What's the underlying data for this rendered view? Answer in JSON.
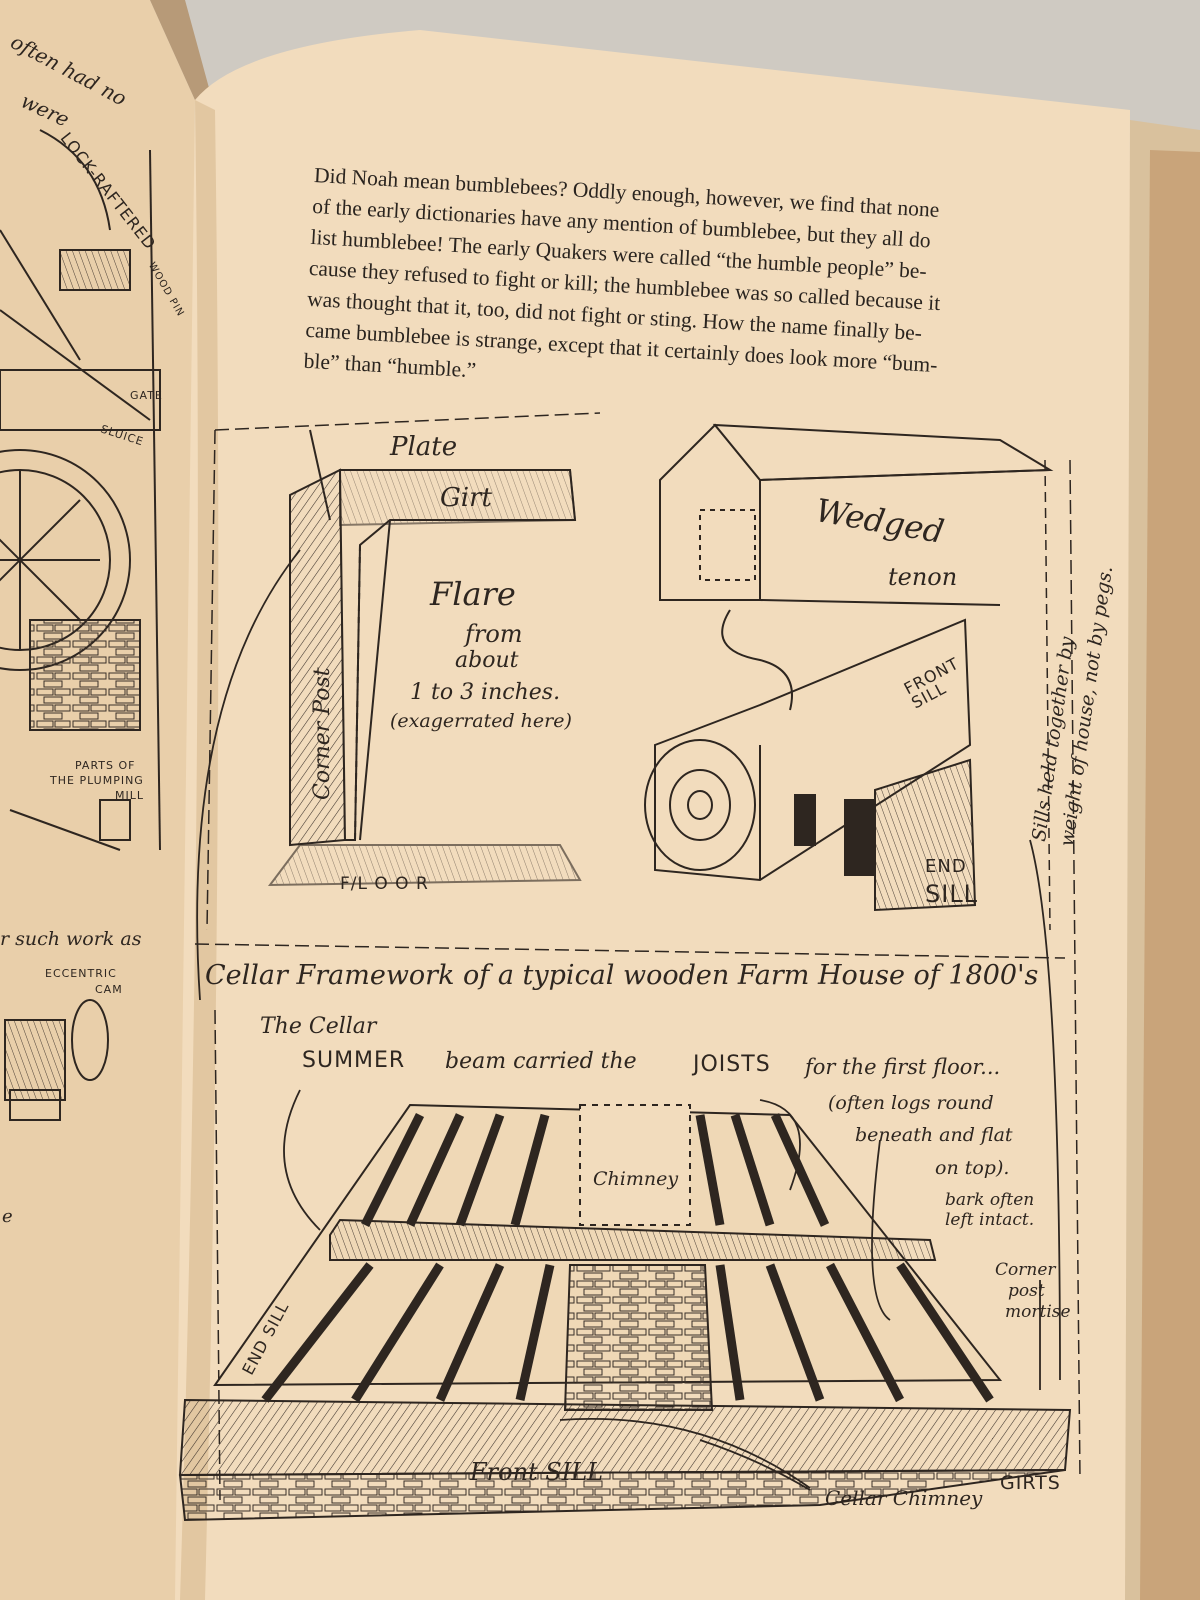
{
  "page_colors": {
    "paper": "#f2dcbd",
    "ink": "#2e2620",
    "left_page": "#e9cfaa",
    "background": "#cfcac2"
  },
  "body_text": {
    "lines": [
      "Did Noah mean bumblebees? Oddly enough, however, we find that none",
      "of the early dictionaries have any mention of bumblebee, but they all do",
      "list humblebee! The early Quakers were called “the humble people” be-",
      "cause they refused to fight or kill; the humblebee was so called because it",
      "was thought that it, too, did not fight or sting. How the name finally be-",
      "came bumblebee is strange, except that it certainly does look more “bum-",
      "ble” than “humble.”"
    ]
  },
  "corner_detail": {
    "plate": "Plate",
    "girt": "Girt",
    "flare": "Flare",
    "from": "from",
    "about": "about",
    "inches": "1 to 3 inches.",
    "exaggerated": "(exagerrated here)",
    "corner_post": "Corner Post",
    "floor": "F/L O O R"
  },
  "sill_detail": {
    "wedged": "Wedged",
    "tenon": "tenon",
    "front_sill": "FRONT SILL",
    "end": "END",
    "sill": "SILL",
    "sills_note_1": "Sills held together by",
    "sills_note_2": "weight of house, not by pegs."
  },
  "cellar": {
    "title": "Cellar Framework of a typical wooden Farm House of 1800's",
    "the_cellar": "The Cellar",
    "summer": "SUMMER",
    "beam_carried": "beam carried the",
    "joists": "JOISTS",
    "first_floor": "for the first floor...",
    "logs_1": "(often logs round",
    "logs_2": "beneath and flat",
    "logs_3": "on top).",
    "bark_1": "bark often",
    "bark_2": "left intact.",
    "corner_1": "Corner",
    "corner_2": "post",
    "corner_3": "mortise",
    "chimney": "Chimney",
    "end_sill": "END SILL",
    "front_sill": "Front SILL",
    "cellar_chimney": "Cellar Chimney",
    "girts": "GIRTS"
  },
  "left_page": {
    "often_had_no": "often had no",
    "were": "were",
    "lock_raftered": "LOCK-RAFTERED",
    "wood_pin": "WOOD PIN",
    "gate": "GATE",
    "sluice": "SLUICE",
    "parts_of": "PARTS OF",
    "the_plumping": "THE PLUMPING",
    "mill": "MILL",
    "such_work": "r such work as",
    "eccentric": "ECCENTRIC",
    "cam": "CAM",
    "fragment": "e"
  }
}
